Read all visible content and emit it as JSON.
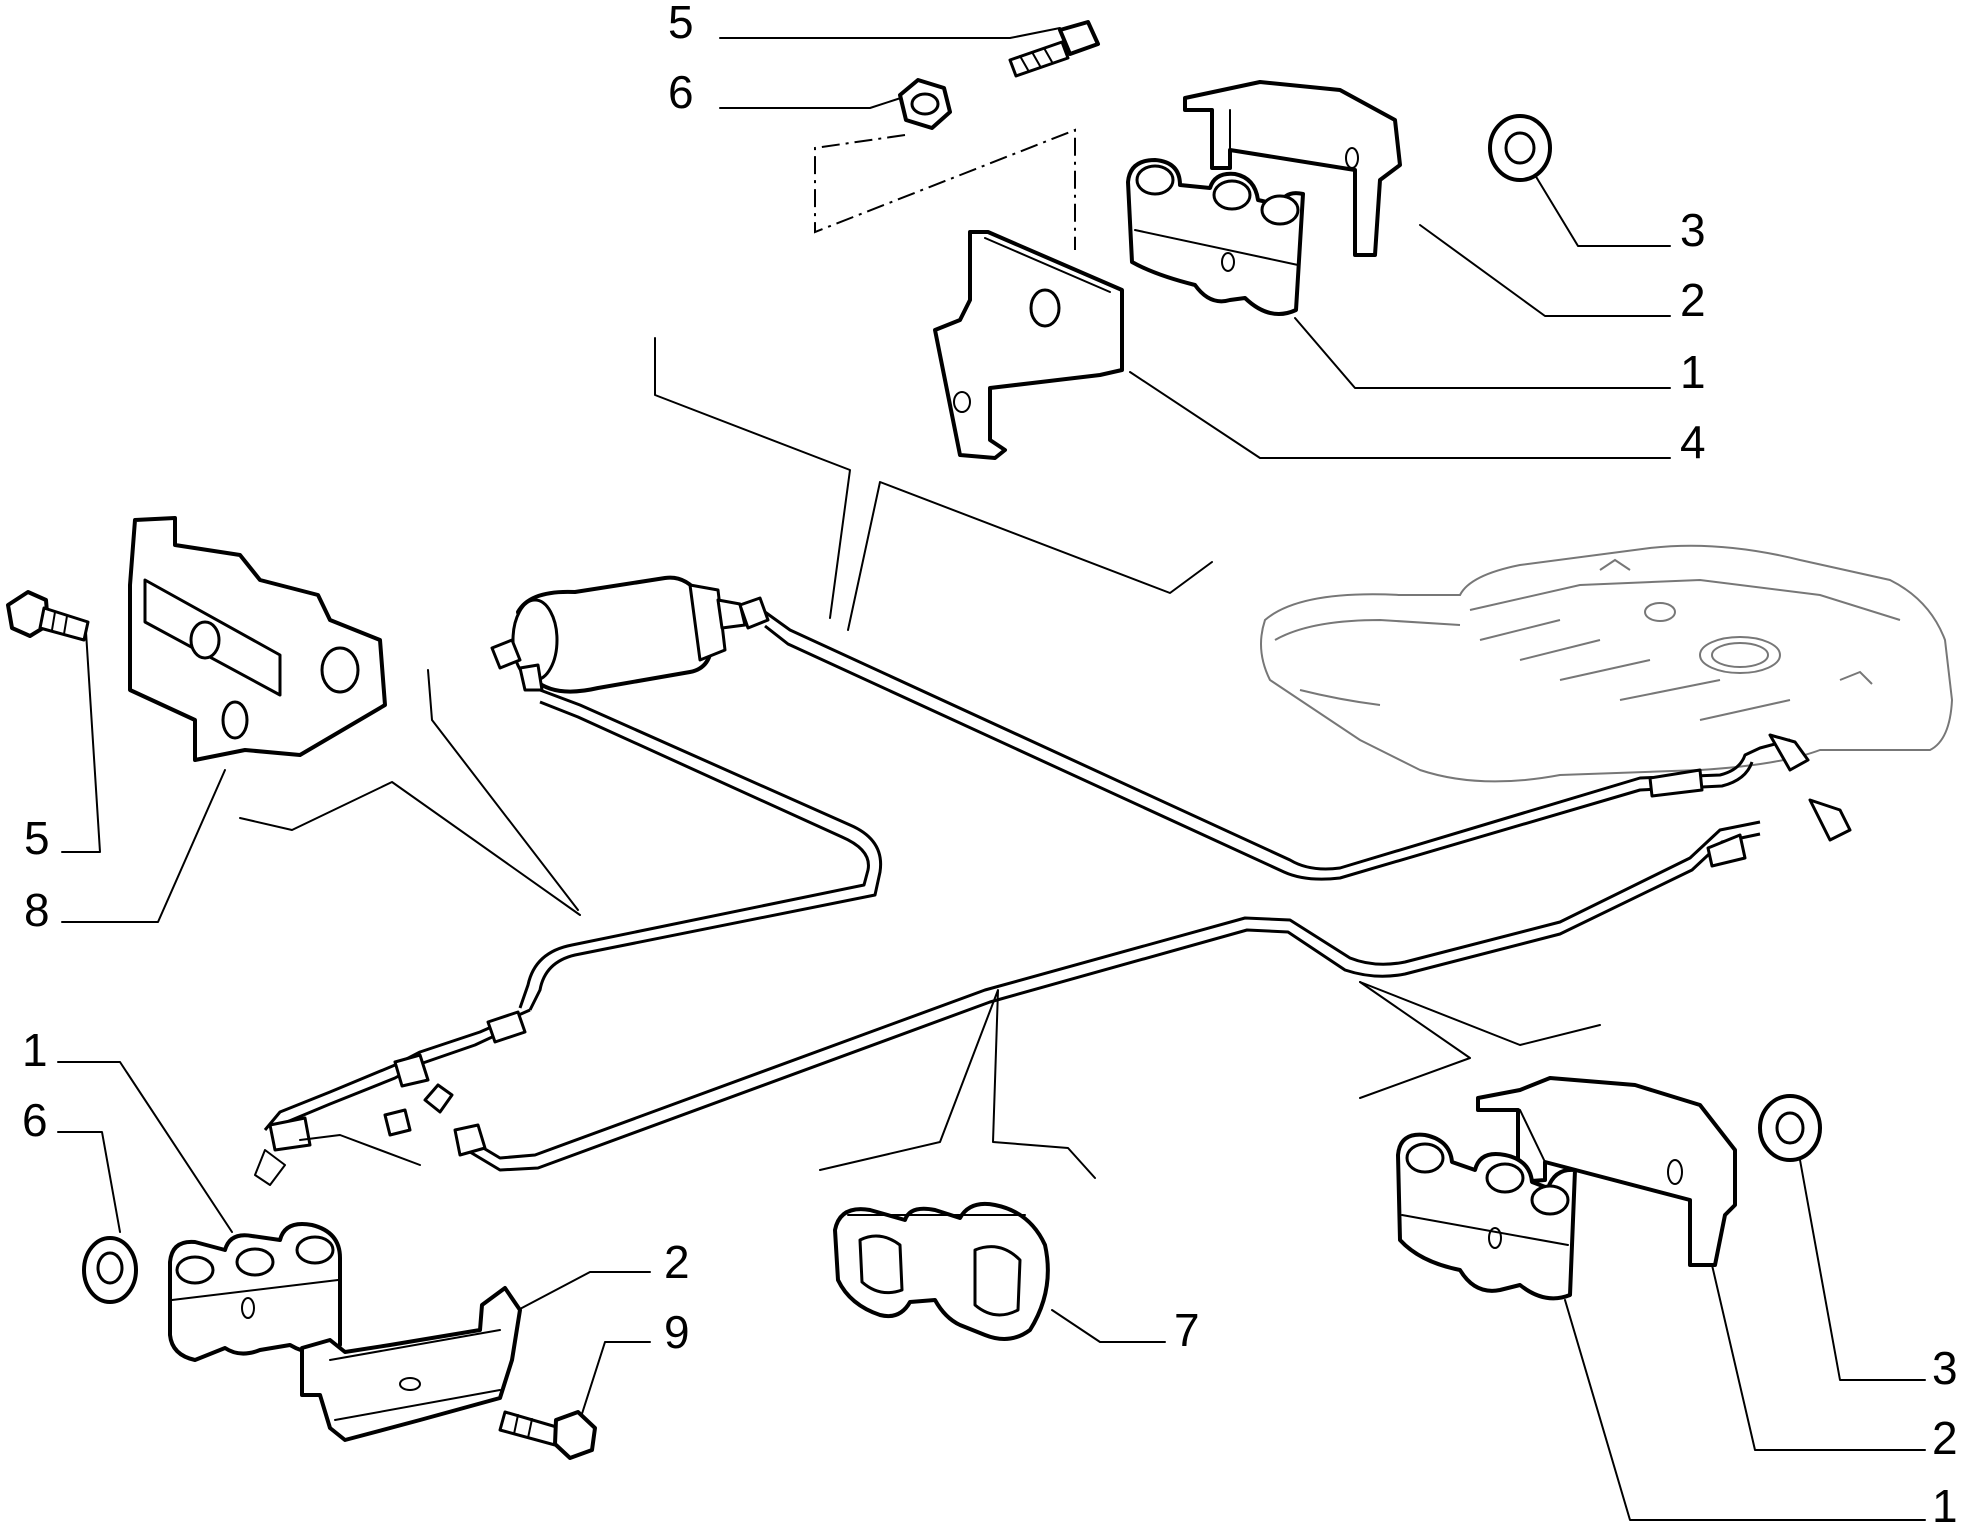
{
  "callouts": {
    "top_5": "5",
    "top_6": "6",
    "top_3": "3",
    "top_2": "2",
    "top_1": "1",
    "top_4": "4",
    "left_5": "5",
    "left_8": "8",
    "bl_1": "1",
    "bl_6": "6",
    "bl_2": "2",
    "bl_9": "9",
    "mid_7": "7",
    "br_3": "3",
    "br_2": "2",
    "br_1": "1"
  }
}
